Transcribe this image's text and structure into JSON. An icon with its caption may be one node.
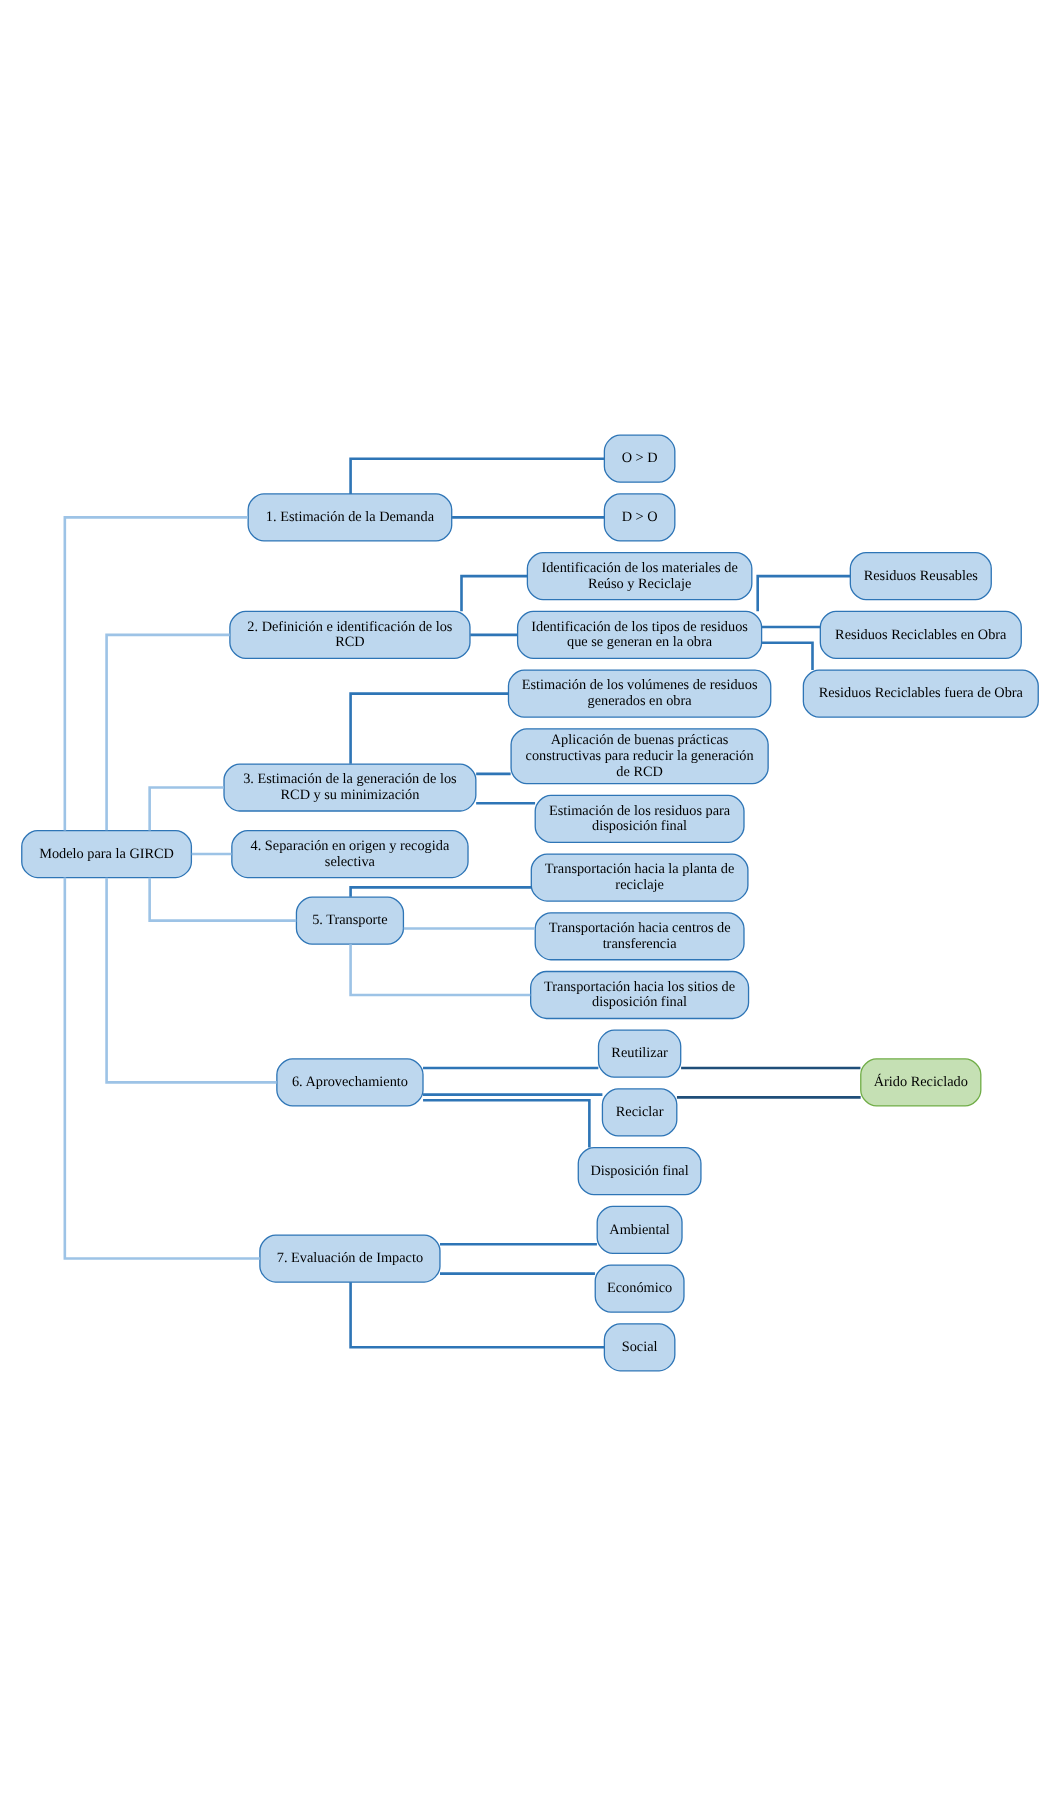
{
  "diagram": {
    "nodes": [
      {
        "text": [
          "Modelo para la GIRCD"
        ]
      },
      {
        "text": [
          "1. Estimación de la Demanda"
        ]
      },
      {
        "text": [
          "O > D"
        ]
      },
      {
        "text": [
          "D > O"
        ]
      },
      {
        "text": [
          "2. Definición e identificación de los RCD"
        ]
      },
      {
        "text": [
          "Identificación de los materiales de Reúso y Reciclaje"
        ]
      },
      {
        "text": [
          "Identificación de los tipos de residuos que se generan en la obra"
        ]
      },
      {
        "text": [
          "Residuos Reusables"
        ]
      },
      {
        "text": [
          "Residuos Reciclables en Obra"
        ]
      },
      {
        "text": [
          "Residuos Reciclables fuera de Obra"
        ]
      },
      {
        "text": [
          "3. Estimación de la generación de los RCD y su minimización"
        ]
      },
      {
        "text": [
          "Estimación de los volúmenes de residuos generados en obra"
        ]
      },
      {
        "text": [
          "Aplicación de buenas prácticas constructivas para reducir la generación de RCD"
        ]
      },
      {
        "text": [
          "Estimación de los residuos para disposición final"
        ]
      },
      {
        "text": [
          "4. Separación en origen y recogida selectiva"
        ]
      },
      {
        "text": [
          "5. Transporte"
        ]
      },
      {
        "text": [
          "Transportación hacia la planta de reciclaje"
        ]
      },
      {
        "text": [
          "Transportación hacia centros de transferencia"
        ]
      },
      {
        "text": [
          "Transportación hacia los sitios de disposición final"
        ]
      },
      {
        "text": [
          "6. Aprovechamiento"
        ]
      },
      {
        "text": [
          "Reutilizar"
        ]
      },
      {
        "text": [
          "Reciclar"
        ]
      },
      {
        "text": [
          "Disposición final"
        ]
      },
      {
        "text": [
          "Árido Reciclado"
        ]
      },
      {
        "text": [
          "7. Evaluación de Impacto"
        ]
      },
      {
        "text": [
          "Ambiental"
        ]
      },
      {
        "text": [
          "Económico"
        ]
      },
      {
        "text": [
          "Social"
        ]
      }
    ],
    "edges": [
      {
        "from": 0,
        "to": 1,
        "arrow": "none",
        "color": "#9dc3e6"
      },
      {
        "from": 0,
        "to": 4,
        "arrow": "none",
        "color": "#9dc3e6"
      },
      {
        "from": 0,
        "to": 10,
        "arrow": "none",
        "color": "#9dc3e6"
      },
      {
        "from": 0,
        "to": 14,
        "arrow": "none",
        "color": "#9dc3e6"
      },
      {
        "from": 0,
        "to": 15,
        "arrow": "none",
        "color": "#9dc3e6"
      },
      {
        "from": 0,
        "to": 19,
        "arrow": "none",
        "color": "#9dc3e6"
      },
      {
        "from": 0,
        "to": 24,
        "arrow": "none",
        "color": "#9dc3e6"
      },
      {
        "from": 1,
        "to": 2,
        "arrow": "none"
      },
      {
        "from": 1,
        "to": 3,
        "arrow": "none"
      },
      {
        "from": 4,
        "to": 5,
        "arrow": "none"
      },
      {
        "from": 4,
        "to": 6,
        "arrow": "none"
      },
      {
        "from": 6,
        "to": 7,
        "arrow": "none"
      },
      {
        "from": 6,
        "to": 8,
        "arrow": "none"
      },
      {
        "from": 6,
        "to": 9,
        "arrow": "none"
      },
      {
        "from": 10,
        "to": 11,
        "arrow": "none"
      },
      {
        "from": 10,
        "to": 12,
        "arrow": "none"
      },
      {
        "from": 10,
        "to": 13,
        "arrow": "none"
      },
      {
        "from": 15,
        "to": 16,
        "arrow": "none"
      },
      {
        "from": 15,
        "to": 17,
        "arrow": "none",
        "color": "#9dc3e6"
      },
      {
        "from": 15,
        "to": 18,
        "arrow": "none",
        "color": "#9dc3e6"
      },
      {
        "from": 19,
        "to": 20,
        "arrow": "none"
      },
      {
        "from": 19,
        "to": 21,
        "arrow": "none"
      },
      {
        "from": 19,
        "to": 22,
        "arrow": "none"
      },
      {
        "from": 20,
        "to": 23,
        "arrow": "none",
        "color": "#1f4e79"
      },
      {
        "from": 21,
        "to": 23,
        "arrow": "none",
        "color": "#1f4e79"
      },
      {
        "from": 24,
        "to": 25,
        "arrow": "none"
      },
      {
        "from": 24,
        "to": 26,
        "arrow": "none"
      },
      {
        "from": 24,
        "to": 27,
        "arrow": "none"
      }
    ]
  }
}
